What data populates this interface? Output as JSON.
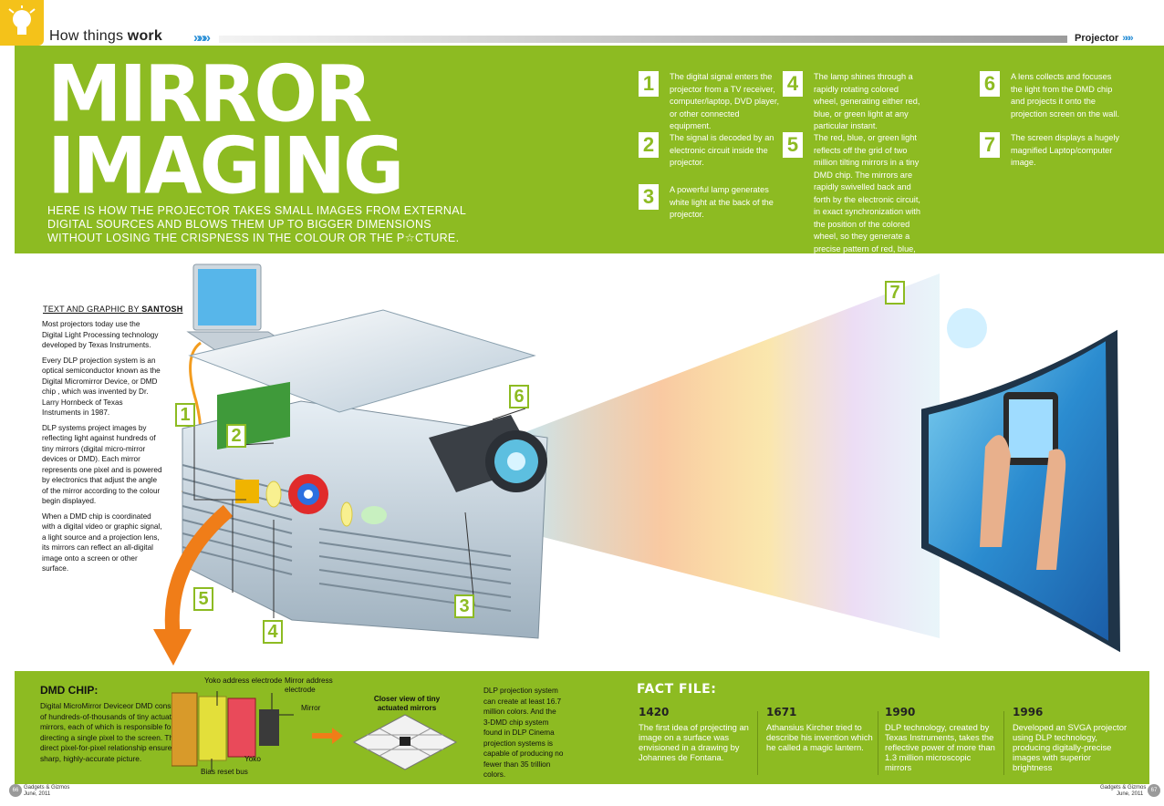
{
  "header": {
    "section_prefix": "How things ",
    "section_bold": "work",
    "chevrons": "»»»",
    "topic": "Projector",
    "title_line1": "MIRROR",
    "title_line2": "IMAGING",
    "intro": "HERE IS HOW THE PROJECTOR TAKES SMALL IMAGES FROM EXTERNAL DIGITAL SOURCES AND BLOWS THEM UP TO BIGGER DIMENSIONS WITHOUT LOSING THE CRISPNESS IN THE COLOUR OR THE P☆CTURE."
  },
  "steps": [
    {
      "num": "1",
      "text": "The digital signal enters the projector from a TV receiver, computer/laptop, DVD player, or other connected equipment."
    },
    {
      "num": "2",
      "text": "The signal is decoded by an electronic circuit inside the projector."
    },
    {
      "num": "3",
      "text": "A powerful lamp generates white light at the back of the projector."
    },
    {
      "num": "4",
      "text": "The lamp shines through a rapidly rotating colored wheel, generating either red, blue, or green light at any particular instant."
    },
    {
      "num": "5",
      "text": "The red, blue, or green light reflects off the grid of two million tilting mirrors in a tiny DMD chip. The mirrors are rapidly swivelled back and forth by the electronic circuit, in exact synchronization with the position of the colored wheel, so they generate a precise pattern of red, blue, and green pixels to make up the TV picture."
    },
    {
      "num": "6",
      "text": "A lens collects and focuses the light from the DMD chip and projects it onto the projection screen on the wall."
    },
    {
      "num": "7",
      "text": "The screen displays a hugely magnified Laptop/computer image."
    }
  ],
  "byline": {
    "prefix": "TEXT AND GRAPHIC BY ",
    "author": "SANTOSH"
  },
  "body": [
    "Most projectors today use the Digital Light Processing technology developed by Texas Instruments.",
    "Every DLP projection system is an optical semiconductor known as the Digital Micromirror Device, or DMD chip , which was invented by Dr. Larry Hornbeck of Texas Instruments in 1987.",
    "DLP systems project images by reflecting light against hundreds of tiny mirrors (digital micro-mirror devices or DMD). Each mirror represents one pixel and is powered by electronics that adjust the angle of the mirror according to the colour begin displayed.",
    "When a DMD chip is coordinated with a digital video or graphic signal, a light source and a projection lens, its mirrors can reflect an all-digital image onto a screen or other surface."
  ],
  "callouts": [
    "1",
    "2",
    "3",
    "4",
    "5",
    "6",
    "7"
  ],
  "dmd": {
    "title": "DMD CHIP:",
    "text": "Digital MicroMirror Deviceor DMD consists of hundreds-of-thousands of tiny actuated mirrors, each of which is responsible for directing a single pixel to the screen. This direct pixel-for-pixel relationship ensures a sharp, highly-accurate picture.",
    "label_yoko_addr": "Yoko address electrode",
    "label_mirror_addr": "Mirror address electrode",
    "label_mirror": "Mirror",
    "label_yoko": "Yoko",
    "label_bias": "Bias reset bus",
    "closer": "Closer view of tiny actuated mirrors",
    "dlp_note": "DLP projection system can create at least 16.7 million colors. And the 3-DMD chip system found in DLP Cinema projection systems is capable of producing no fewer than 35 trillion colors."
  },
  "facts": {
    "title": "FACT FILE:",
    "items": [
      {
        "year": "1420",
        "text": "The first idea of projecting an image on a surface was envisioned in a drawing by Johannes de Fontana."
      },
      {
        "year": "1671",
        "text": "Athansius Kircher tried to describe his invention which he called a magic lantern."
      },
      {
        "year": "1990",
        "text": "DLP technology, created by Texas Instruments, takes the reflective power of more than 1.3 million microscopic mirrors"
      },
      {
        "year": "1996",
        "text": "Developed an SVGA projector using DLP technology, producing digitally-precise images with superior brightness"
      }
    ]
  },
  "footer": {
    "left_page": "66",
    "right_page": "67",
    "mag": "Gadgets & Gizmos",
    "date": "June, 2011"
  },
  "colors": {
    "green": "#8dbb22",
    "accent_blue": "#2a8fd6",
    "badge_yellow": "#f4c21a"
  }
}
